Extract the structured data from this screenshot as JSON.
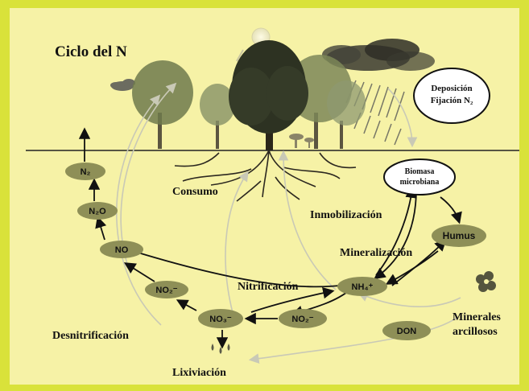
{
  "title": "Ciclo del N",
  "labels": {
    "deposition_line1": "Deposición",
    "deposition_line2": "Fijación N₂",
    "biomass_line1": "Biomasa",
    "biomass_line2": "microbiana",
    "consumo": "Consumo",
    "inmobilizacion": "Inmobilización",
    "mineralizacion": "Mineralización",
    "nitrificacion": "Nitrificación",
    "desnitrificacion": "Desnitrificación",
    "lixiviacion": "Lixiviación",
    "minerales_line1": "Minerales",
    "minerales_line2": "arcillosos"
  },
  "nodes": {
    "n2": "N₂",
    "n2o": "N₂O",
    "no": "NO",
    "no2_left": "NO₂⁻",
    "no3": "NO₃⁻",
    "no2_right": "NO₂⁻",
    "nh4": "NH₄⁺",
    "humus": "Humus",
    "don": "DON"
  },
  "colors": {
    "outer_frame": "#d9e23a",
    "background": "#f6f2a6",
    "node_fill": "#8e8f57",
    "arrow_dark": "#111111",
    "arrow_light": "#c9c9b6"
  }
}
